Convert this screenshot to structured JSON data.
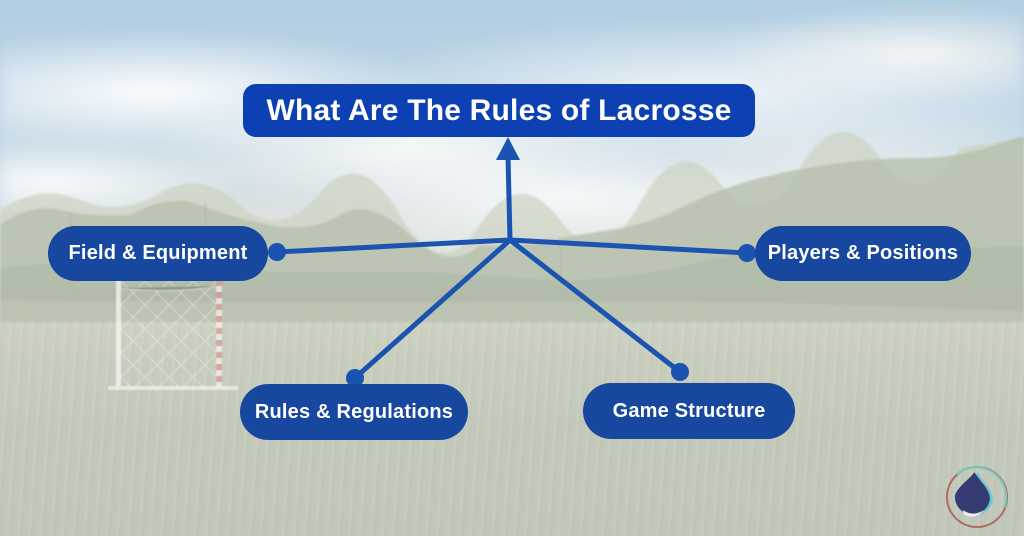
{
  "diagram": {
    "title": "What Are The Rules of Lacrosse",
    "nodes": [
      {
        "label": "Field & Equipment",
        "position": "left"
      },
      {
        "label": "Players & Positions",
        "position": "right"
      },
      {
        "label": "Rules & Regulations",
        "position": "bottom-left"
      },
      {
        "label": "Game Structure",
        "position": "bottom-right"
      }
    ],
    "colors": {
      "title_fill": "#0d40b2",
      "node_fill": "#17479e",
      "connector": "#1a53b0",
      "text": "#ffffff"
    }
  },
  "background": {
    "scene": "faded photo of a grass field with a lacrosse goal, tree line and cloudy sky"
  },
  "logo": {
    "icon": "droplet-logo",
    "colors": {
      "drop": "#28306c",
      "drop_edge": "#55c8d6",
      "ring_red": "#a64a41",
      "ring_teal": "#74cbc2"
    }
  }
}
